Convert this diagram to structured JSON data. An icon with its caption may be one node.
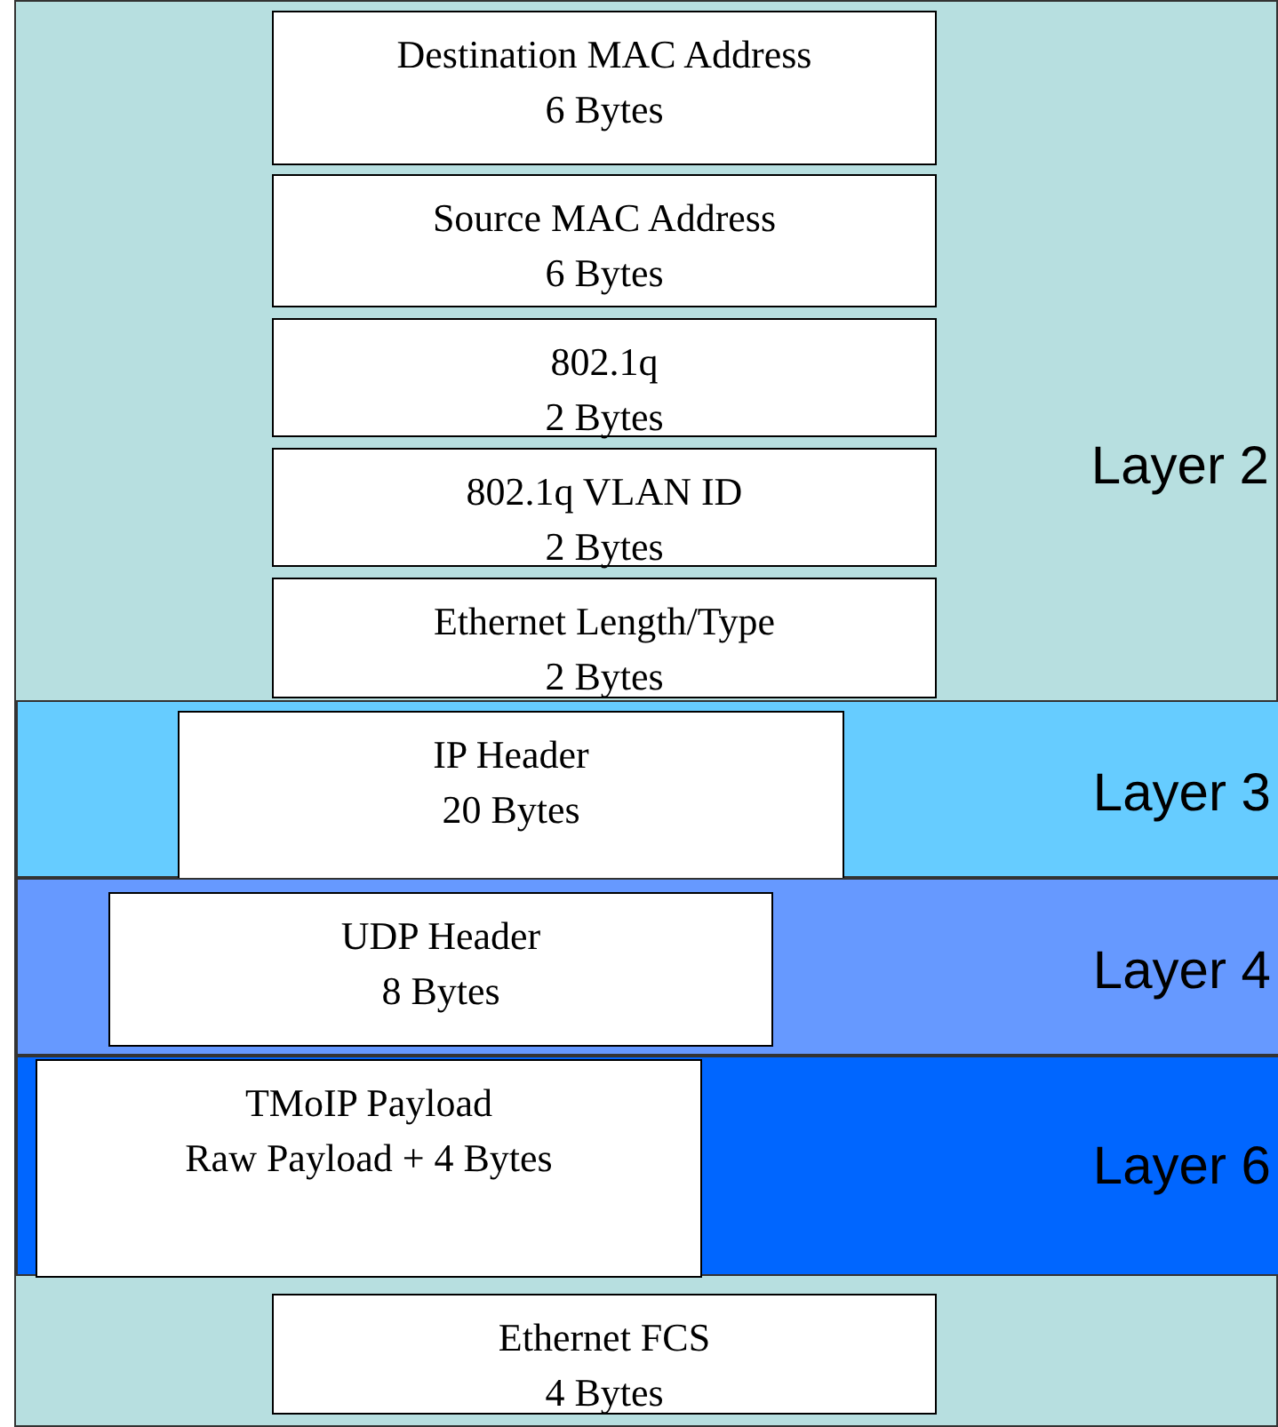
{
  "diagram": {
    "nodes": [
      {
        "text": [
          "Layer 2"
        ]
      },
      {
        "text": [
          "Destination MAC Address",
          "6 Bytes"
        ],
        "in": 0
      },
      {
        "text": [
          "Source MAC Address",
          "6 Bytes"
        ],
        "in": 0
      },
      {
        "text": [
          "802.1q",
          "2 Bytes"
        ],
        "in": 0
      },
      {
        "text": [
          "802.1q VLAN ID",
          "2 Bytes"
        ],
        "in": 0
      },
      {
        "text": [
          "Ethernet Length/Type",
          "2 Bytes"
        ],
        "in": 0
      },
      {
        "text": [
          "Layer 3"
        ],
        "in": 0
      },
      {
        "text": [
          "IP Header",
          "20 Bytes"
        ],
        "in": 6
      },
      {
        "text": [
          "Layer 4"
        ],
        "in": 0
      },
      {
        "text": [
          "UDP Header",
          "8 Bytes"
        ],
        "in": 8
      },
      {
        "text": [
          "Layer 6"
        ],
        "in": 0
      },
      {
        "text": [
          "TMoIP Payload",
          "Raw Payload + 4 Bytes"
        ],
        "in": 10
      },
      {
        "text": [
          "Ethernet FCS",
          "4 Bytes"
        ],
        "in": 0
      }
    ]
  }
}
